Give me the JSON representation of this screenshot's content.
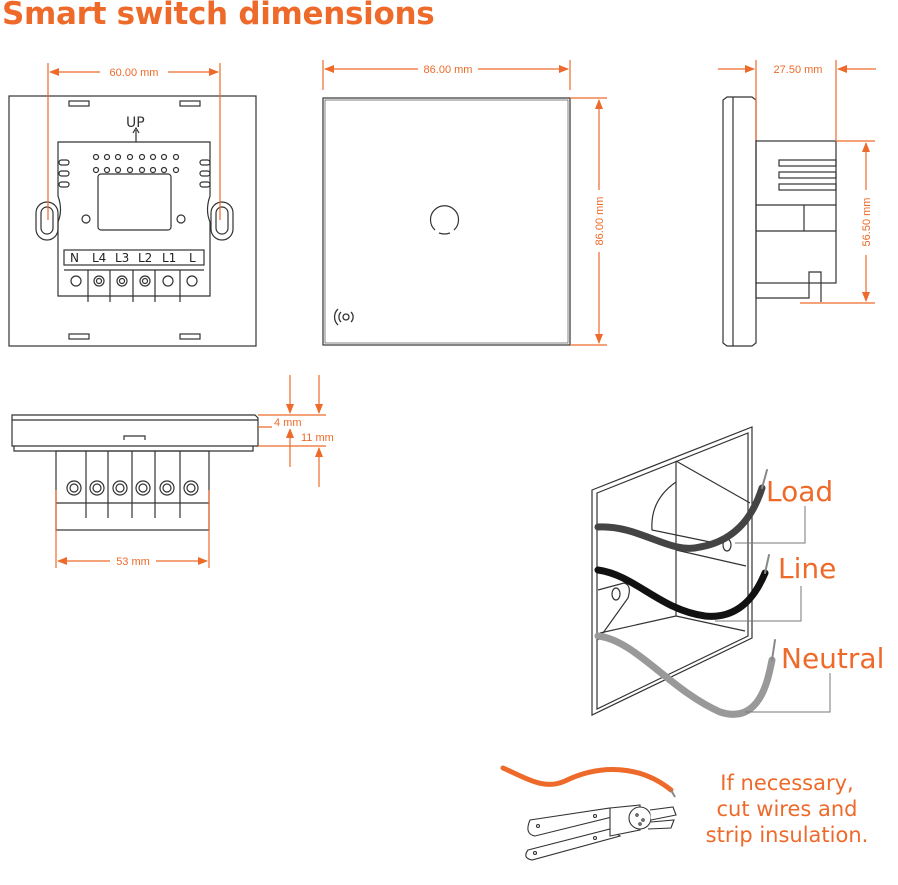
{
  "title": "Smart switch dimensions",
  "colors": {
    "accent": "#ee6a2a",
    "line": "#333333",
    "load_wire": "#444444",
    "line_wire": "#111111",
    "neutral_wire": "#999999"
  },
  "rear_view": {
    "dimension_label": "60.00 mm",
    "up_label": "UP",
    "terminals": [
      "N",
      "L4",
      "L3",
      "L2",
      "L1",
      "L"
    ]
  },
  "front_view": {
    "width_label": "86.00 mm",
    "height_label": "86.00 mm"
  },
  "side_view": {
    "depth_label": "27.50 mm",
    "height_label": "56.50 mm"
  },
  "bottom_view": {
    "panel_thickness_label": "4 mm",
    "total_thickness_label": "11 mm",
    "body_width_label": "53 mm"
  },
  "wiring": {
    "labels": [
      "Load",
      "Line",
      "Neutral"
    ]
  },
  "instruction": {
    "lines": [
      "If necessary,",
      "cut wires and",
      "strip insulation."
    ]
  }
}
